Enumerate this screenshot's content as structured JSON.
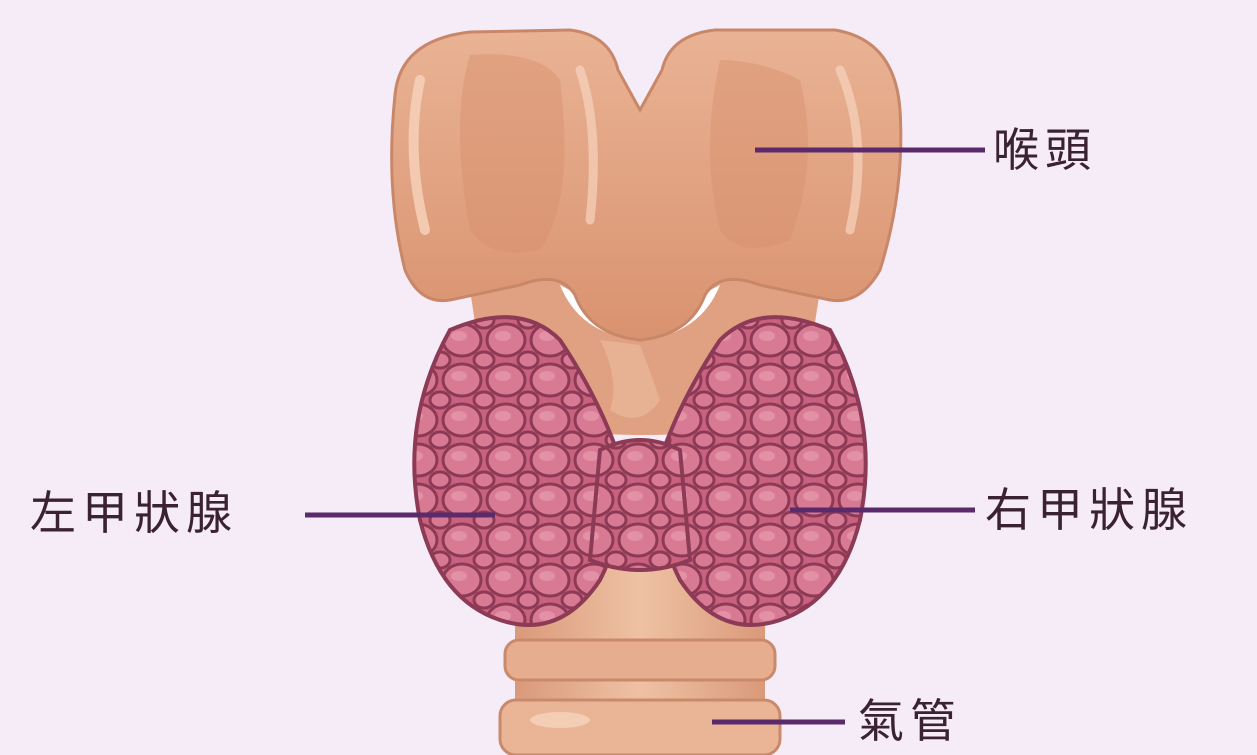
{
  "labels": {
    "larynx": "喉頭",
    "left_thyroid": "左甲狀腺",
    "right_thyroid": "右甲狀腺",
    "trachea": "氣管"
  },
  "colors": {
    "background": "#f6ecf8",
    "leader_line": "#5a2a6a",
    "cartilage": "#e9ad8d",
    "thyroid": "#cf6b86",
    "thyroid_outline": "#8c3a55"
  }
}
